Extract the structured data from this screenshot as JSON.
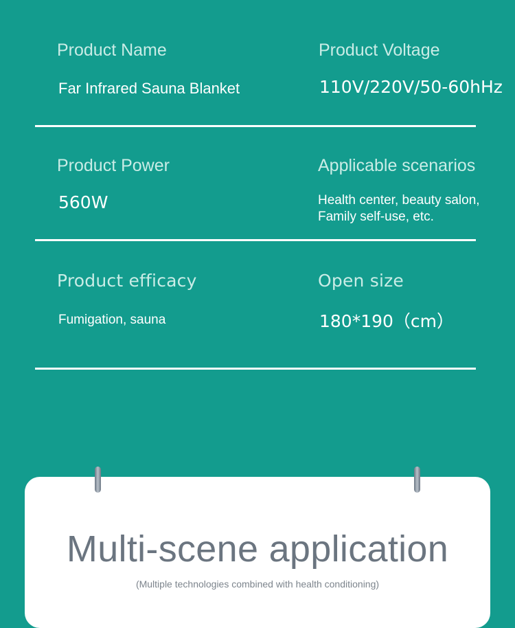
{
  "specs": [
    {
      "label": "Product Name",
      "value": "Far Infrared Sauna Blanket"
    },
    {
      "label": "Product Voltage",
      "value": "110V/220V/50-60hHz"
    },
    {
      "label": "Product Power",
      "value": "560W"
    },
    {
      "label": "Applicable scenarios",
      "value_line1": "Health center, beauty salon,",
      "value_line2": "Family self-use, etc."
    },
    {
      "label": "Product efficacy",
      "value": "Fumigation, sauna"
    },
    {
      "label": "Open size",
      "value": "180*190（cm）"
    }
  ],
  "card": {
    "title": "Multi-scene application",
    "subtitle": "(Multiple technologies combined with health conditioning)"
  },
  "colors": {
    "background": "#139c8e",
    "label": "#c9ece6",
    "value": "#ffffff",
    "card_text": "#6b7580"
  }
}
